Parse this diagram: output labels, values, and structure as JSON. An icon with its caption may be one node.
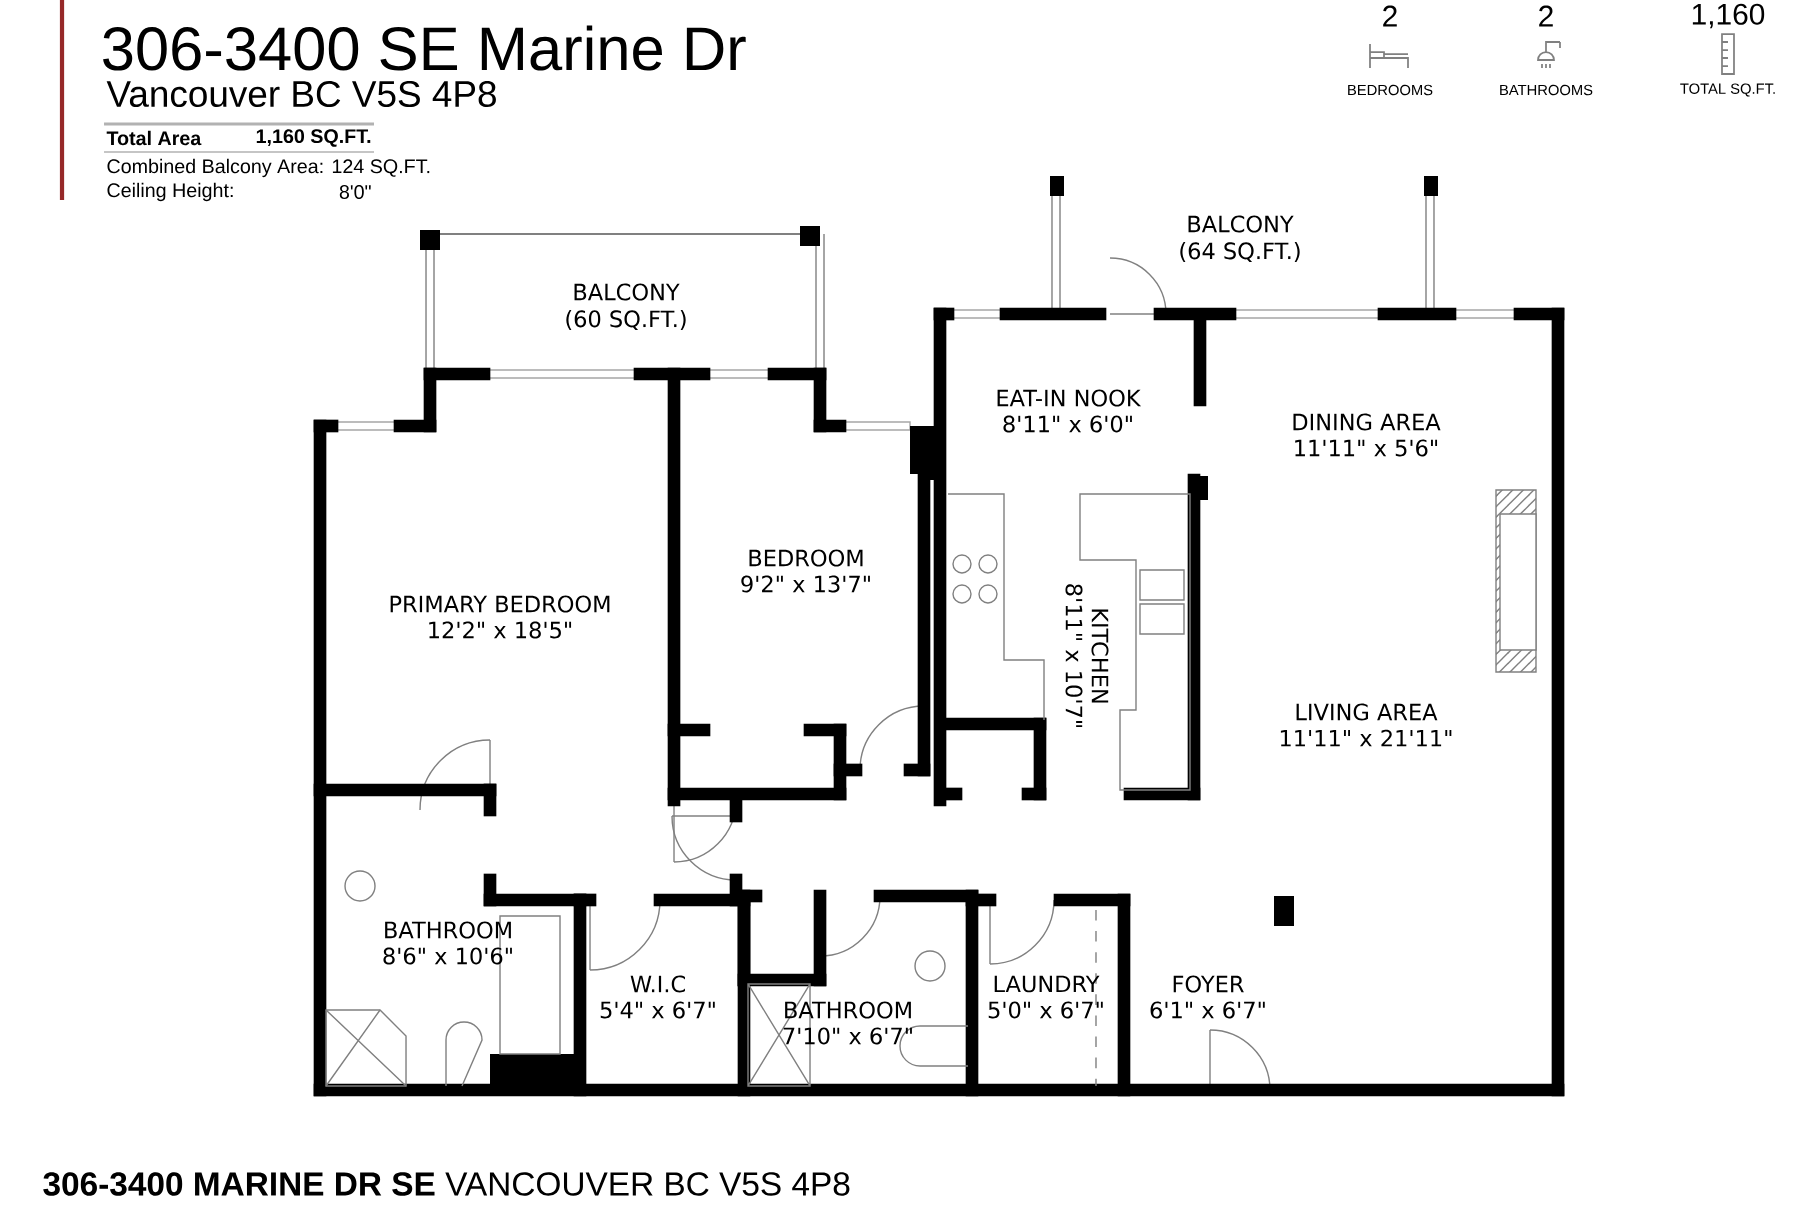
{
  "diagram": {
    "title": "306-3400 SE Marine Dr",
    "labels": [
      "Vancouver BC V5S 4P8",
      "Total Area",
      "1,160 SQ.FT.",
      "Combined Balcony Area: 124 SQ.FT.",
      "Ceiling Height:",
      "8'0\"",
      "2",
      "BEDROOMS",
      "2",
      "BATHROOMS",
      "1,160",
      "TOTAL SQ.FT.",
      "BALCONY",
      "(64 SQ.FT.)",
      "BALCONY",
      "(60 SQ.FT.)",
      "EAT-IN NOOK",
      "8'11\" x 6'0\"",
      "DINING AREA",
      "11'11\" x 5'6\"",
      "BEDROOM",
      "9'2\" x 13'7\"",
      "PRIMARY BEDROOM",
      "12'2\" x 18'5\"",
      "KITCHEN",
      "8'11\" x 10'7\"",
      "LIVING AREA",
      "11'11\" x 21'11\"",
      "BATHROOM",
      "8'6\" x 10'6\"",
      "W.I.C",
      "5'4\" x 6'7\"",
      "LAUNDRY",
      "5'0\" x 6'7\"",
      "FOYER",
      "6'1\" x 6'7\"",
      "BATHROOM",
      "7'10\" x 6'7\"",
      "**306-3400 MARINE DR SE** VANCOUVER BC V5S 4P8"
    ]
  }
}
